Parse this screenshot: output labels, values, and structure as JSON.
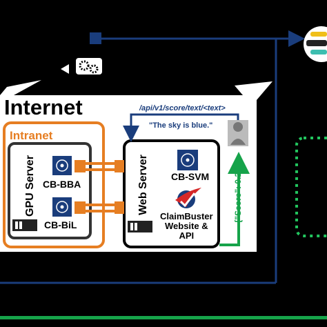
{
  "internet_label": "Internet",
  "intranet_label": "Intranet",
  "gpu_server_label": "GPU Server",
  "web_server_label": "Web Server",
  "nodes": {
    "cb_bba": "CB-BBA",
    "cb_bil": "CB-BiL",
    "cb_svm": "CB-SVM"
  },
  "claimbuster_site": {
    "line1": "ClaimBuster",
    "line2": "Website &",
    "line3": "API"
  },
  "api_endpoint": "/api/v1/score/text/<text>",
  "claim_text": "\"The sky is blue.\"",
  "score_response": "{\"Score\": 0.22}",
  "colors": {
    "background": "#000000",
    "internet_panel": "#ffffff",
    "intranet_border": "#e67e22",
    "connection_orange": "#e67e22",
    "navy_line": "#1a3d7c",
    "response_green": "#16a34a",
    "dashed_green": "#22c55e",
    "bottom_bar_green": "#16a34a"
  },
  "icons": [
    "gear-icon",
    "gear-icon",
    "node-network-icon",
    "node-network-icon",
    "node-network-icon",
    "claimbuster-logo-icon",
    "user-icon",
    "server-rack-icon",
    "server-rack-icon",
    "elastic-logo-icon"
  ]
}
